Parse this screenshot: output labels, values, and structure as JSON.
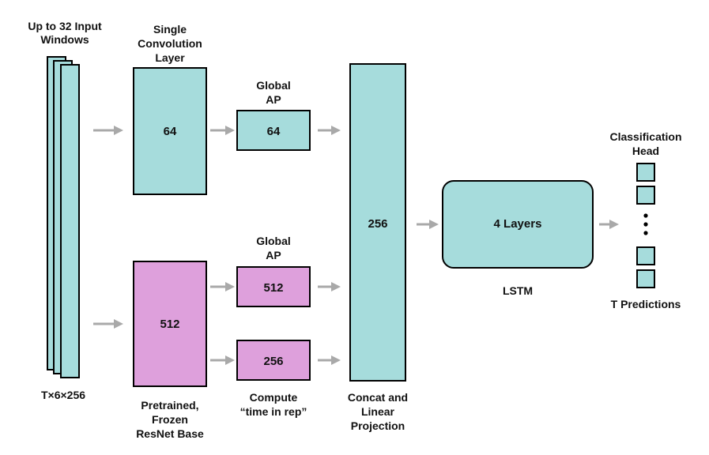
{
  "input": {
    "title_line1": "Up to 32 Input",
    "title_line2": "Windows",
    "dims": "T×6×256"
  },
  "conv": {
    "title_line1": "Single",
    "title_line2": "Convolution",
    "title_line3": "Layer",
    "value": "64"
  },
  "gap_top": {
    "title_line1": "Global",
    "title_line2": "AP",
    "value": "64"
  },
  "resnet": {
    "value": "512",
    "caption_line1": "Pretrained,",
    "caption_line2": "Frozen",
    "caption_line3": "ResNet Base"
  },
  "gap_bottom": {
    "title_line1": "Global",
    "title_line2": "AP",
    "value": "512"
  },
  "time_in_rep": {
    "value": "256",
    "caption_line1": "Compute",
    "caption_line2": "“time in rep”"
  },
  "concat": {
    "value": "256",
    "caption_line1": "Concat and",
    "caption_line2": "Linear",
    "caption_line3": "Projection"
  },
  "lstm": {
    "value": "4 Layers",
    "caption": "LSTM"
  },
  "head": {
    "title_line1": "Classification",
    "title_line2": "Head",
    "caption": "T Predictions"
  },
  "colors": {
    "teal": "#a6dcdc",
    "pink": "#dea0dc",
    "arrow": "#a9a9a9"
  }
}
